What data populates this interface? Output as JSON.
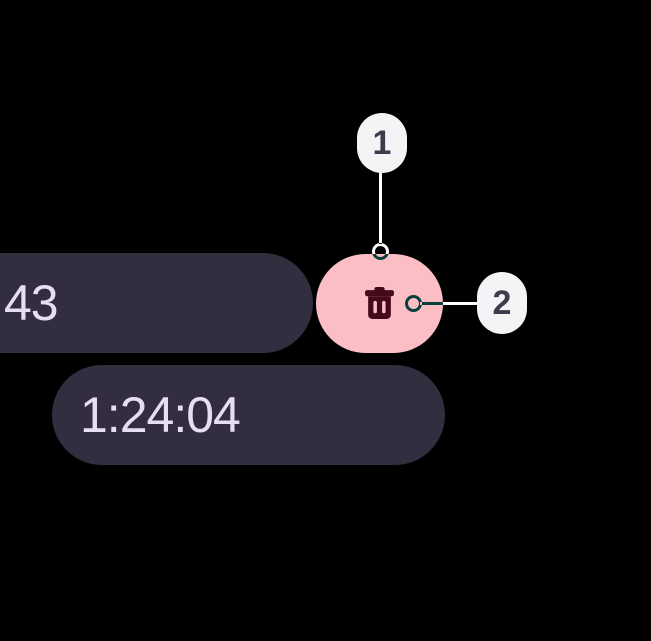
{
  "screen": {
    "background": "#000000"
  },
  "stopwatch": {
    "lap_time": "43",
    "total_time": "1:24:04",
    "pill_bg": "#332D40",
    "time_text_color": "#E7DEF2",
    "delete_button": {
      "icon": "trash-icon",
      "bg": "#FCBEC5",
      "icon_color": "#430A1B"
    }
  },
  "annotations": {
    "label_bg": "#F4F4F6",
    "label_text_color": "#3C3C4F",
    "connector_color": "#FFFFFF",
    "items": [
      {
        "label": "1"
      },
      {
        "label": "2"
      }
    ]
  }
}
